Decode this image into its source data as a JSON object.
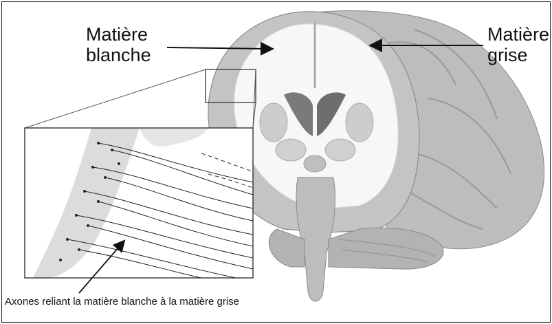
{
  "labels": {
    "white_matter": [
      "Matière",
      "blanche"
    ],
    "grey_matter": [
      "Matière",
      "grise"
    ],
    "axons_caption": "Axones reliant la matière blanche à la matière grise"
  },
  "colors": {
    "border": "#1a1a1a",
    "grey_matter": "#c4c4c4",
    "white_matter": "#f7f7f7",
    "cortex_surface": "#bdbdbd",
    "ventricle": "#6e6e6e",
    "line": "#111111"
  }
}
